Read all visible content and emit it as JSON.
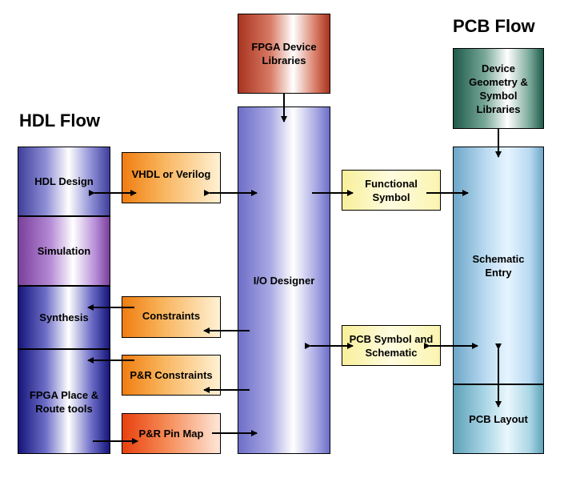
{
  "headings": {
    "hdl_flow": "HDL Flow",
    "pcb_flow": "PCB Flow"
  },
  "boxes": {
    "fpga_device_libraries": "FPGA Device Libraries",
    "io_designer": "I/O Designer",
    "device_geometry_symbol_libraries": "Device Geometry & Symbol Libraries",
    "schematic_entry": "Schematic Entry",
    "pcb_layout": "PCB Layout",
    "hdl_design": "HDL Design",
    "simulation": "Simulation",
    "synthesis": "Synthesis",
    "fpga_place_route_tools": "FPGA Place & Route tools",
    "vhdl_or_verilog": "VHDL or Verilog",
    "constraints": "Constraints",
    "pr_constraints": "P&R Constraints",
    "pr_pin_map": "P&R Pin Map",
    "functional_symbol": "Functional Symbol",
    "pcb_symbol_and_schematic": "PCB Symbol and Schematic"
  }
}
